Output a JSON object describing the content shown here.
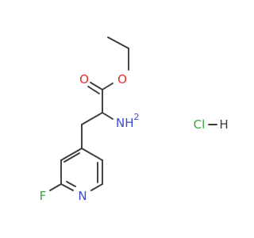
{
  "molecule": {
    "atoms": {
      "carbonyl_oxygen": "O",
      "ester_oxygen": "O",
      "amine": "NH",
      "amine_h_count": "2",
      "ring_nitrogen": "N",
      "fluorine": "F",
      "salt": "HCl",
      "salt_cl": "Cl",
      "salt_h": "H"
    },
    "colors": {
      "bond": "#3a3a3a",
      "oxygen": "#e8322c",
      "nitrogen": "#3a4ad8",
      "fluorine": "#3aa53a",
      "chlorine": "#3aa53a",
      "hydrogen": "#3a3a3a"
    }
  }
}
